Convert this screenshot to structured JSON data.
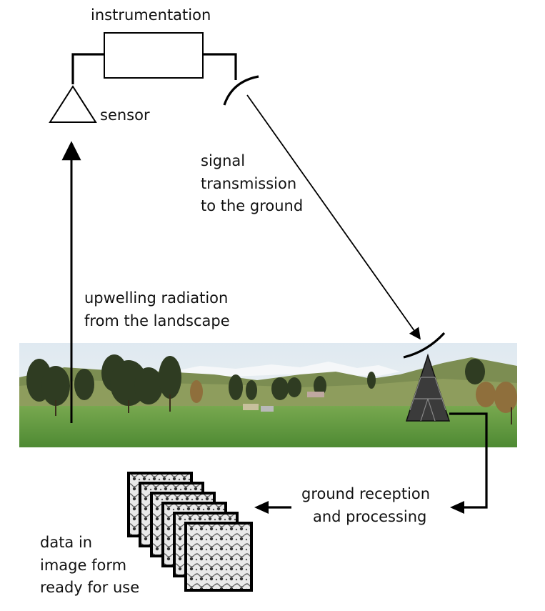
{
  "labels": {
    "instrumentation": "instrumentation",
    "sensor": "sensor",
    "signal": [
      "signal",
      "transmission",
      "to the ground"
    ],
    "upwelling": [
      "upwelling radiation",
      "from the landscape"
    ],
    "ground": [
      "ground reception",
      "and processing"
    ],
    "data": [
      "data in",
      "image form",
      "ready for use"
    ]
  },
  "colors": {
    "line": "#000000",
    "sky": "#e6eef3",
    "grass": "#5f9a3e",
    "tower": "#3b3b3b"
  },
  "icons": [
    "sensor-icon",
    "antenna-dish-icon",
    "ground-station-tower-icon",
    "image-stack-icon"
  ]
}
